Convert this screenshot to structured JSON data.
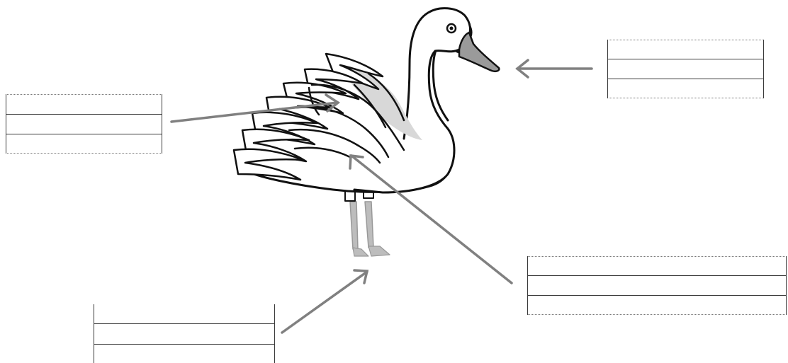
{
  "diagram": {
    "subject": "swan",
    "colors": {
      "outline": "#111111",
      "body_fill": "#ffffff",
      "wing_shade": "#d8d8d8",
      "beak_fill": "#9a9a9a",
      "leg_fill": "#bdbdbd",
      "arrow": "#808080",
      "box_line": "#3a3a3a"
    },
    "label_boxes": [
      {
        "id": "beak-label",
        "target": "beak",
        "value": ""
      },
      {
        "id": "wing-label",
        "target": "wing",
        "value": ""
      },
      {
        "id": "body-label",
        "target": "body",
        "value": ""
      },
      {
        "id": "feet-label",
        "target": "feet",
        "value": ""
      }
    ]
  }
}
